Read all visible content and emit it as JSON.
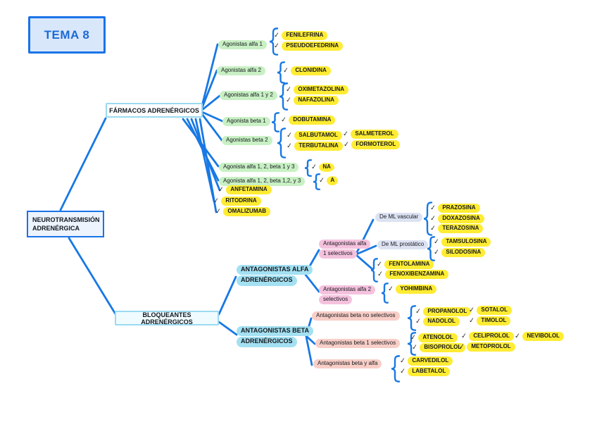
{
  "icons": {
    "check": "✓"
  },
  "colors": {
    "line_blue": "#1878e4",
    "highlight_yellow": "#ffec33",
    "highlight_green": "#c8f0c4",
    "highlight_cyan": "#a3e0f2",
    "highlight_pink_alfa": "#f5c2de",
    "highlight_pink_beta": "#f8cec7",
    "highlight_lavender": "#dce2f2"
  },
  "tema": "TEMA 8",
  "root": {
    "line1": "NEUROTRANSMISIÓN",
    "line2": "ADRENÉRGICA"
  },
  "farmacos": {
    "title": "FÁRMACOS ADRENÉRGICOS",
    "groups": [
      {
        "label": "Agonistas alfa 1",
        "drugs": [
          "FENILEFRINA",
          "PSEUDOEFEDRINA"
        ]
      },
      {
        "label": "Agonistas alfa 2",
        "drugs": [
          "CLONIDINA"
        ]
      },
      {
        "label": "Agonistas alfa 1 y 2",
        "drugs": [
          "OXIMETAZOLINA",
          "NAFAZOLINA"
        ]
      },
      {
        "label": "Agonista beta 1",
        "drugs": [
          "DOBUTAMINA"
        ]
      },
      {
        "label": "Agonistas beta 2",
        "drugs": [
          "SALBUTAMOL",
          "SALMETEROL",
          "TERBUTALINA",
          "FORMOTEROL"
        ]
      },
      {
        "label": "Agonista alfa 1, 2, beta 1 y 3",
        "drugs": [
          "NA"
        ]
      },
      {
        "label": "Agonista alfa 1, 2, beta 1,2, y 3",
        "drugs": [
          "A"
        ]
      }
    ],
    "direct": [
      "ANFETAMINA",
      "RITODRINA",
      "OMALIZUMAB"
    ]
  },
  "bloqueantes": {
    "title": "BLOQUEANTES ADRENÉRGICOS",
    "alfa": {
      "title1": "ANTAGONISTAS ALFA",
      "title2": "ADRENÉRGICOS",
      "sel1": {
        "line1": "Antagonistas alfa",
        "line2": "1 selectivos",
        "vascular": {
          "label": "De ML vascular",
          "drugs": [
            "PRAZOSINA",
            "DOXAZOSINA",
            "TERAZOSINA"
          ]
        },
        "prostatico": {
          "label": "De ML prostático",
          "drugs": [
            "TAMSULOSINA",
            "SILODOSINA"
          ]
        },
        "extra": [
          "FENTOLAMINA",
          "FENOXIBENZAMINA"
        ]
      },
      "sel2": {
        "line1": "Antagonistas alfa 2",
        "line2": "selectivos",
        "drugs": [
          "YOHIMBINA"
        ]
      }
    },
    "beta": {
      "title1": "ANTAGONISTAS BETA",
      "title2": "ADRENÉRGICOS",
      "noSel": {
        "label": "Antagonistas beta no selectivos",
        "col1": [
          "PROPANOLOL",
          "NADOLOL"
        ],
        "col2": [
          "SOTALOL",
          "TIMOLOL"
        ]
      },
      "b1": {
        "label": "Antagonistas beta 1 selectivos",
        "row1": [
          "ATENOLOL",
          "CELIPROLOL",
          "NEVIBOLOL"
        ],
        "row2": [
          "BISOPROLOL",
          "METOPROLOL"
        ]
      },
      "ba": {
        "label": "Antagonistas beta y alfa",
        "drugs": [
          "CARVEDILOL",
          "LABETALOL"
        ]
      }
    }
  }
}
